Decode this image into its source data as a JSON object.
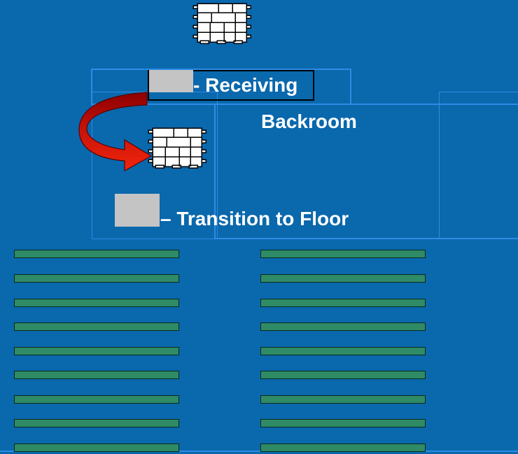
{
  "labels": {
    "receiving": "- Receiving",
    "backroom": "Backroom",
    "transition": "– Transition to Floor"
  },
  "colors": {
    "background": "#0A68AC",
    "outline": "#2E8BE6",
    "shelf": "#2E8B66",
    "arrow": "#E31B0B",
    "redaction": "#C4C4C4"
  },
  "icons": {
    "pallet": "pallet-icon",
    "arrow": "curved-arrow-icon"
  },
  "shelving": {
    "columns": 2,
    "rows_per_column": 9
  }
}
